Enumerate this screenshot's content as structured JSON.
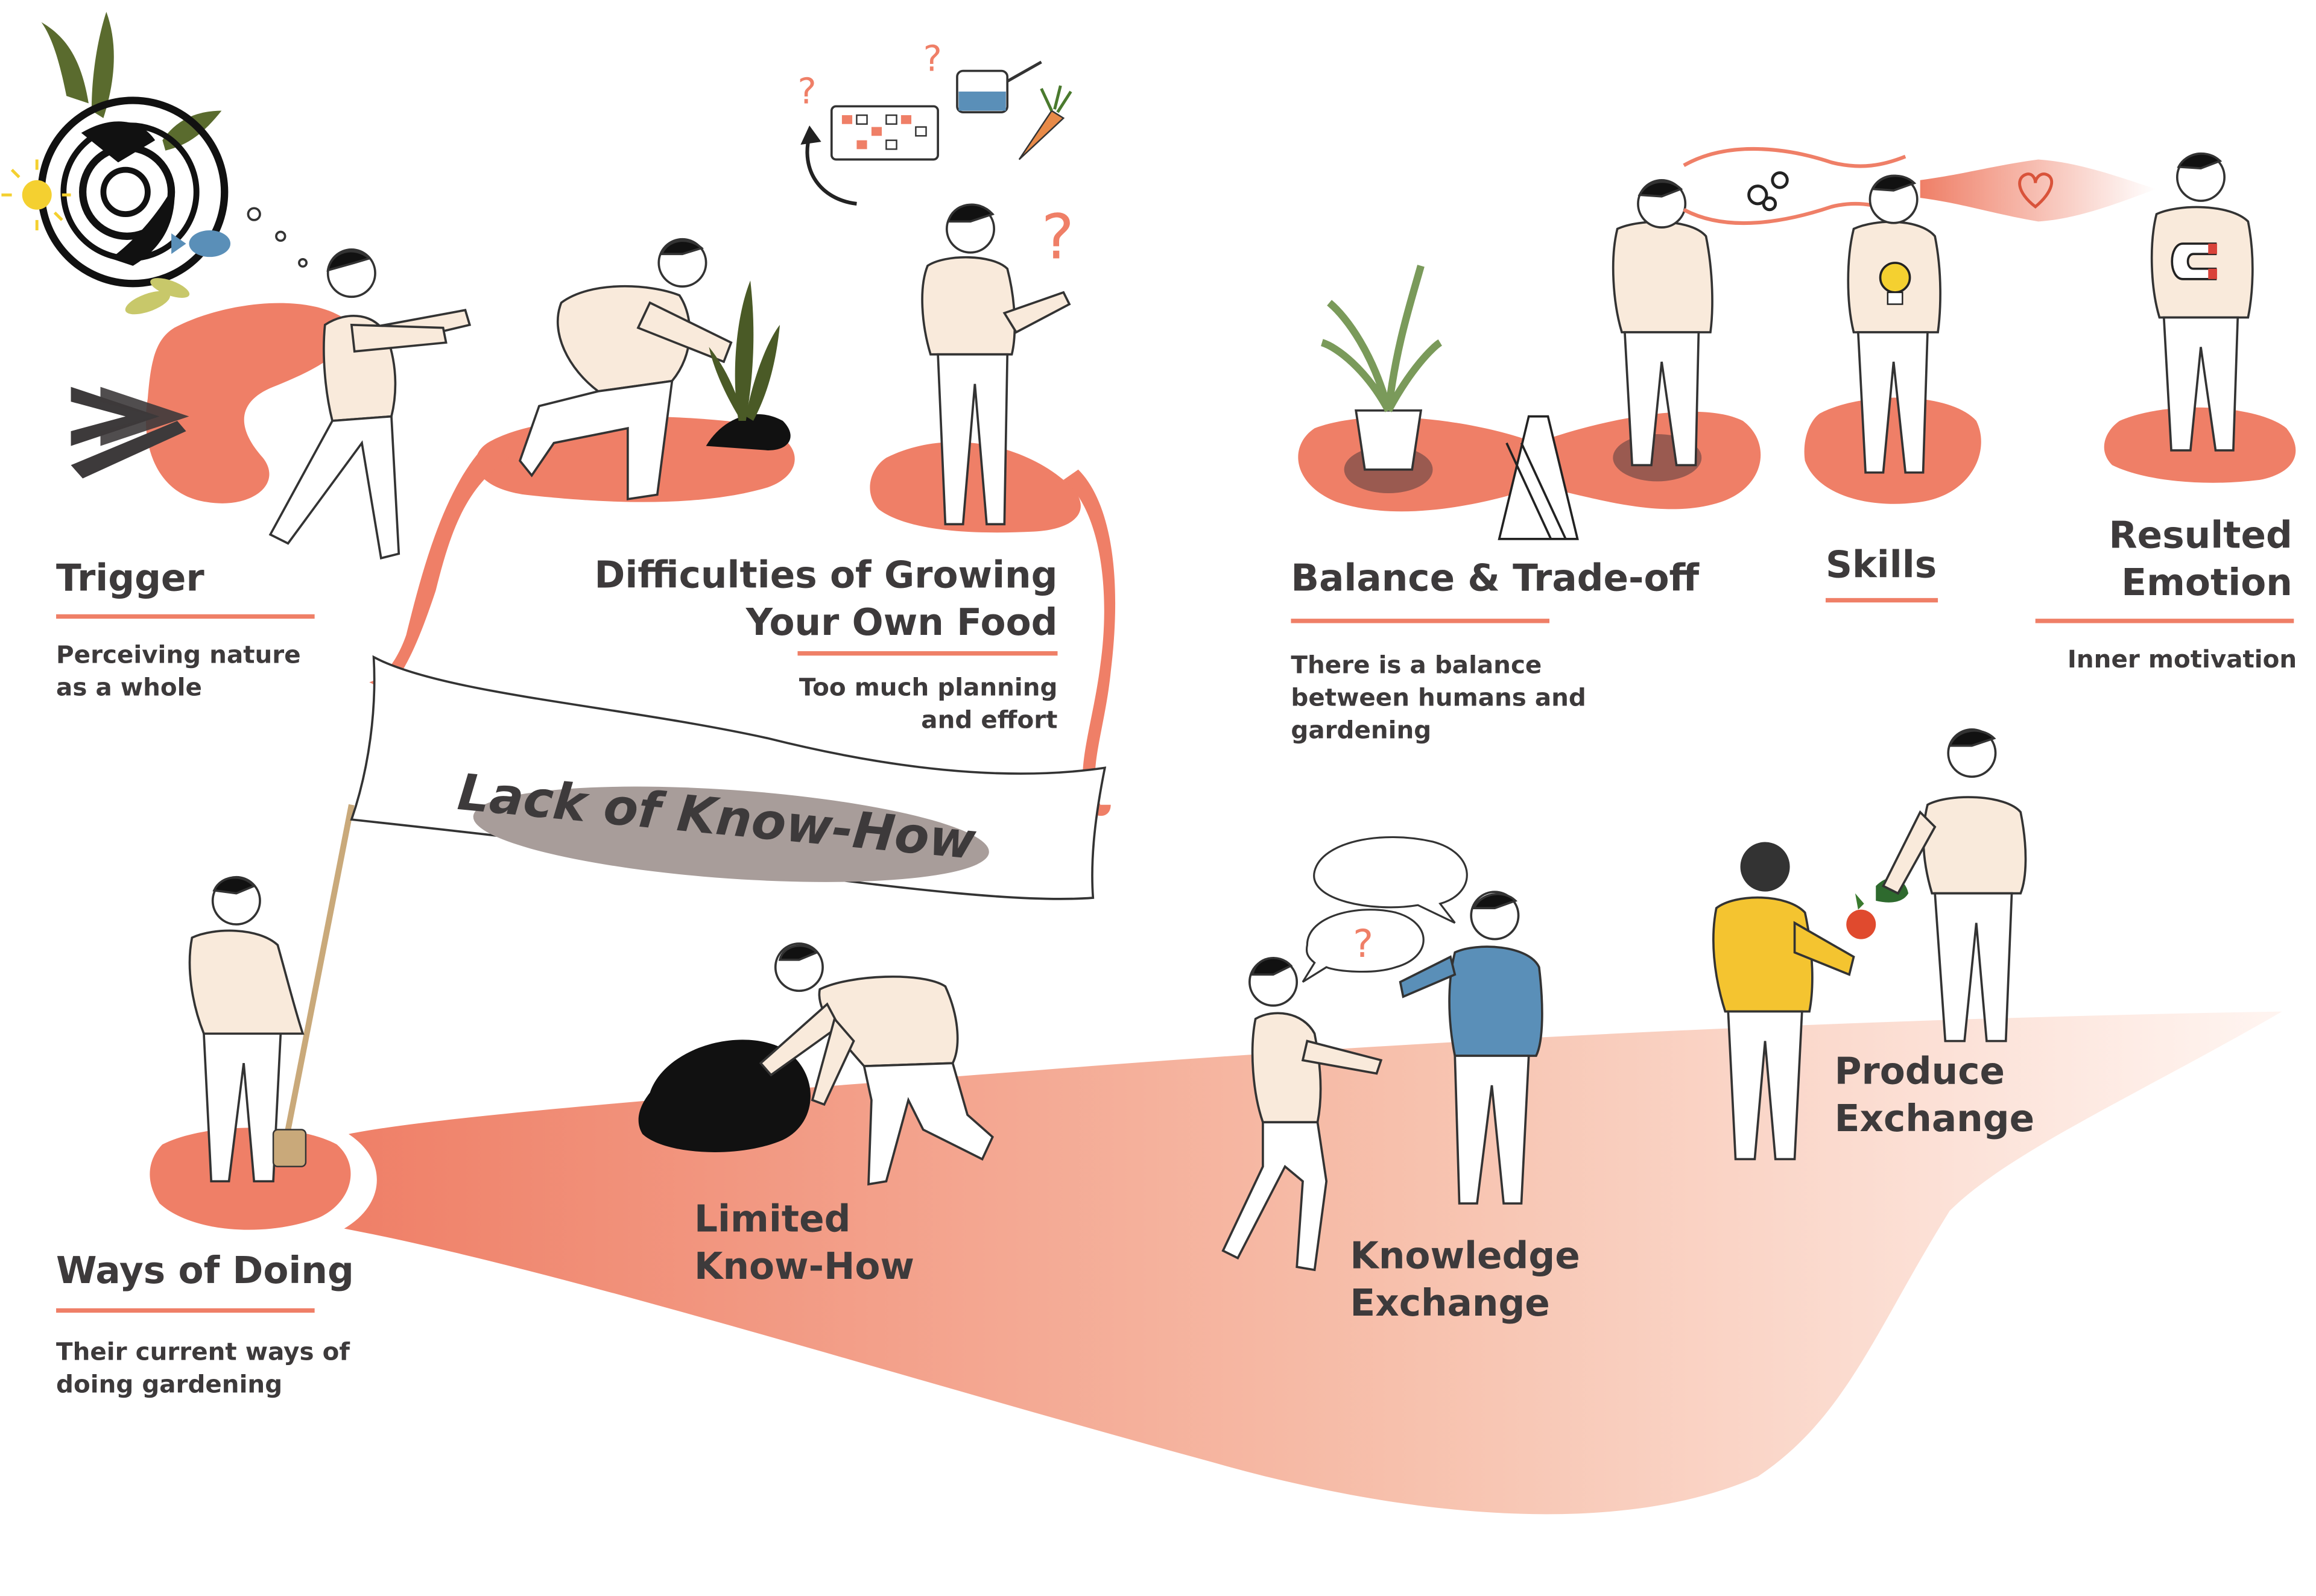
{
  "colors": {
    "accent": "#ef7f67",
    "text": "#3d3a3b",
    "skin": "#f9eadb",
    "dark": "#111111",
    "leaf": "#5a6b2e",
    "yellow_shirt": "#f4c430",
    "blue_shirt": "#5a8fb8"
  },
  "steps": {
    "trigger": {
      "title": "Trigger",
      "subtitle_lines": [
        "Perceiving nature",
        "as a whole"
      ]
    },
    "difficulties": {
      "title_lines": [
        "Difficulties of Growing",
        "Your Own Food"
      ],
      "subtitle_lines": [
        "Too much planning",
        "and effort"
      ]
    },
    "balance": {
      "title": "Balance & Trade-off",
      "subtitle_lines": [
        "There is a balance",
        "between humans and",
        "gardening"
      ]
    },
    "skills": {
      "title": "Skills"
    },
    "emotion": {
      "title_lines": [
        "Resulted",
        "Emotion"
      ],
      "subtitle": "Inner motivation"
    },
    "ways": {
      "title": "Ways of Doing",
      "subtitle_lines": [
        "Their current ways of",
        "doing gardening"
      ]
    },
    "limited": {
      "title_lines": [
        "Limited",
        "Know-How"
      ]
    },
    "knowledge": {
      "title_lines": [
        "Knowledge",
        "Exchange"
      ]
    },
    "produce": {
      "title_lines": [
        "Produce",
        "Exchange"
      ]
    }
  },
  "banner": {
    "text": "Lack of Know-How"
  },
  "question_mark": "?",
  "icons": [
    "chevron-arrow-icon",
    "nature-spiral-icon",
    "calendar-icon",
    "watering-can-icon",
    "carrot-icon",
    "gears-icon",
    "heart-icon",
    "lightbulb-icon",
    "magnet-icon",
    "potted-plant-icon",
    "seesaw-book-icon",
    "speech-bubble-icon",
    "tomato-icon",
    "pepper-icon",
    "shovel-icon"
  ]
}
